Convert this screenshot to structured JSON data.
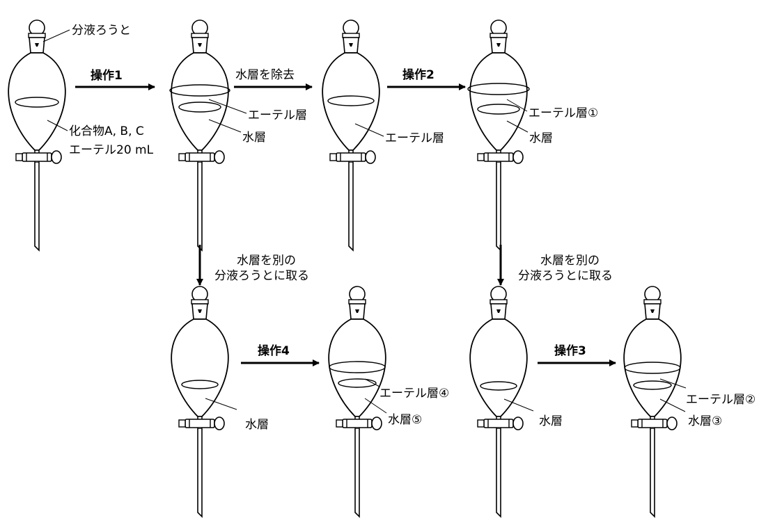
{
  "funnels": {
    "f1": {
      "name": "分液ろうと",
      "contents_line1": "化合物A, B, C",
      "contents_line2": "エーテル20 mL"
    },
    "f2": {
      "upper": "エーテル層",
      "lower": "水層"
    },
    "f3": {
      "layer": "エーテル層"
    },
    "f4": {
      "upper": "エーテル層①",
      "lower": "水層"
    },
    "f5": {
      "lower": "水層"
    },
    "f6": {
      "upper": "エーテル層④",
      "lower": "水層⑤"
    },
    "f7": {
      "lower": "水層"
    },
    "f8": {
      "upper": "エーテル層②",
      "lower": "水層③"
    }
  },
  "arrows": {
    "op1": "操作1",
    "remove_water": "水層を除去",
    "op2": "操作2",
    "transfer_left_1": "水層を別の",
    "transfer_left_2": "分液ろうとに取る",
    "transfer_right_1": "水層を別の",
    "transfer_right_2": "分液ろうとに取る",
    "op4": "操作4",
    "op3": "操作3"
  }
}
